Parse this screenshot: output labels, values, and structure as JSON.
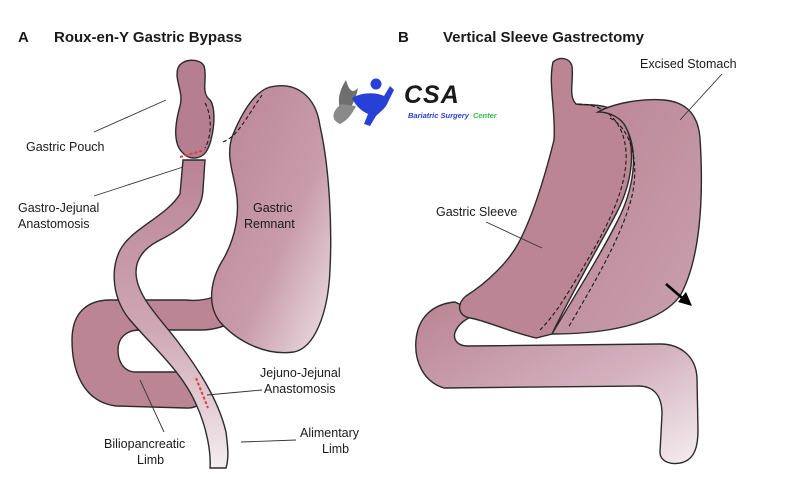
{
  "panel_a": {
    "letter": "A",
    "title": "Roux-en-Y Gastric Bypass",
    "labels": {
      "gastric_pouch": "Gastric Pouch",
      "gj_line1": "Gastro-Jejunal",
      "gj_line2": "Anastomosis",
      "remnant_line1": "Gastric",
      "remnant_line2": "Remnant",
      "jj_line1": "Jejuno-Jejunal",
      "jj_line2": "Anastomosis",
      "bp_line1": "Biliopancreatic",
      "bp_line2": "Limb",
      "al_line1": "Alimentary",
      "al_line2": "Limb"
    }
  },
  "panel_b": {
    "letter": "B",
    "title": "Vertical Sleeve Gastrectomy",
    "labels": {
      "excised": "Excised Stomach",
      "sleeve": "Gastric Sleeve"
    }
  },
  "logo": {
    "acronym": "CSA",
    "tagline_part1": "Bariatric Surgery",
    "tagline_part2": "Center"
  },
  "colors": {
    "tissue": "#bb8596",
    "tissue_light": "#f2ebef",
    "anastomosis": "#e33b3b",
    "logo_blue": "#2740d6",
    "logo_green": "#35b845",
    "logo_grey": "#6f6f6f"
  }
}
